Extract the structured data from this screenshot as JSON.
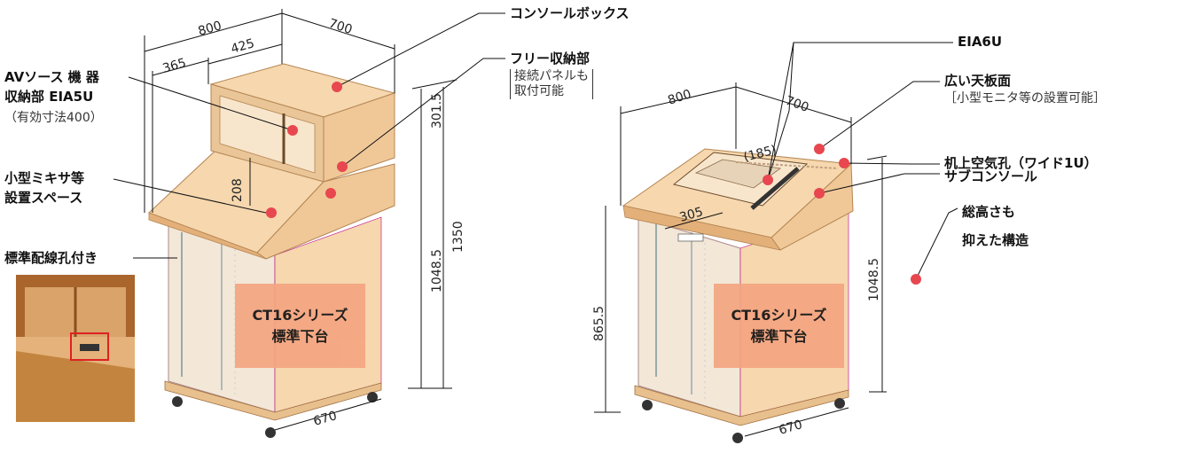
{
  "left": {
    "labels": {
      "console_box": "コンソールボックス",
      "free_storage": "フリー収納部",
      "free_storage_note": "接続パネルも\n取付可能",
      "av_source_line1": "AVソース 機 器",
      "av_source_line2": "収納部 EIA5U",
      "av_source_note": "（有効寸法400）",
      "mixer_line1": "小型ミキサ等",
      "mixer_line2": "設置スペース",
      "wiring_hole": "標準配線孔付き",
      "base_line1": "CT16シリーズ",
      "base_line2": "標準下台"
    },
    "dimensions": {
      "width_800": "800",
      "depth_700": "700",
      "d425": "425",
      "d365": "365",
      "d301_5": "301.5",
      "d1350": "1350",
      "d208": "208",
      "d1048_5": "1048.5",
      "d670": "670"
    }
  },
  "right": {
    "labels": {
      "eia6u": "EIA6U",
      "top_surface": "広い天板面",
      "top_surface_note": "［小型モニタ等の設置可能］",
      "vent": "机上空気孔（ワイド1U）",
      "sub_console": "サブコンソール",
      "height_line1": "総高さも",
      "height_line2": "抑えた構造",
      "base_line1": "CT16シリーズ",
      "base_line2": "標準下台"
    },
    "dimensions": {
      "width_800": "800",
      "depth_700": "700",
      "d185": "(185)",
      "d305": "305",
      "d865_5": "865.5",
      "d1048_5": "1048.5",
      "d670": "670"
    }
  },
  "colors": {
    "wood_light": "#f6d7ae",
    "wood_mid": "#f0c898",
    "wood_dark": "#e3b07a",
    "marker": "#e8474f",
    "band": "#f4a581",
    "line": "#111111"
  }
}
